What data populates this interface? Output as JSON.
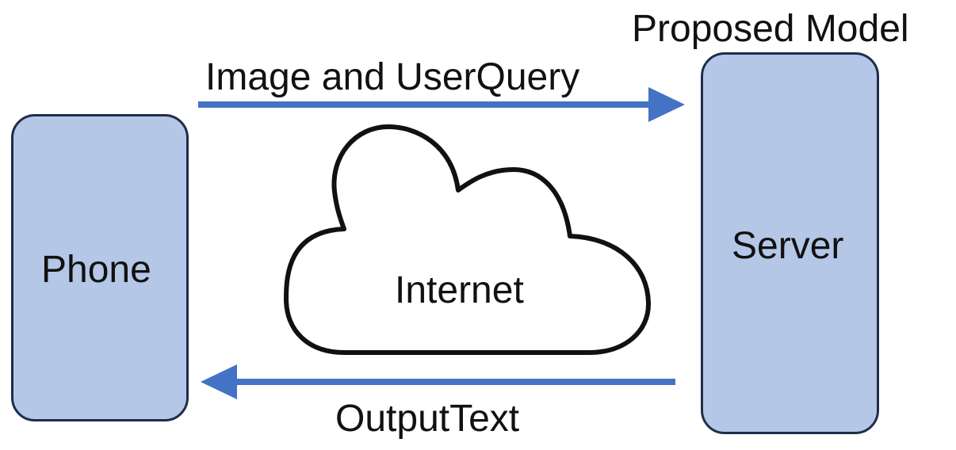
{
  "diagram": {
    "top_label": "Proposed Model",
    "phone_label": "Phone",
    "server_label": "Server",
    "internet_label": "Internet",
    "request_label": "Image and UserQuery",
    "response_label": "OutputText"
  },
  "colors": {
    "box_fill": "#b4c7e7",
    "box_border": "#1f2d4a",
    "arrow": "#4472c4",
    "cloud_stroke": "#111111"
  },
  "icons": {
    "cloud": "cloud-icon",
    "request_arrow": "right-arrow-icon",
    "response_arrow": "left-arrow-icon"
  }
}
